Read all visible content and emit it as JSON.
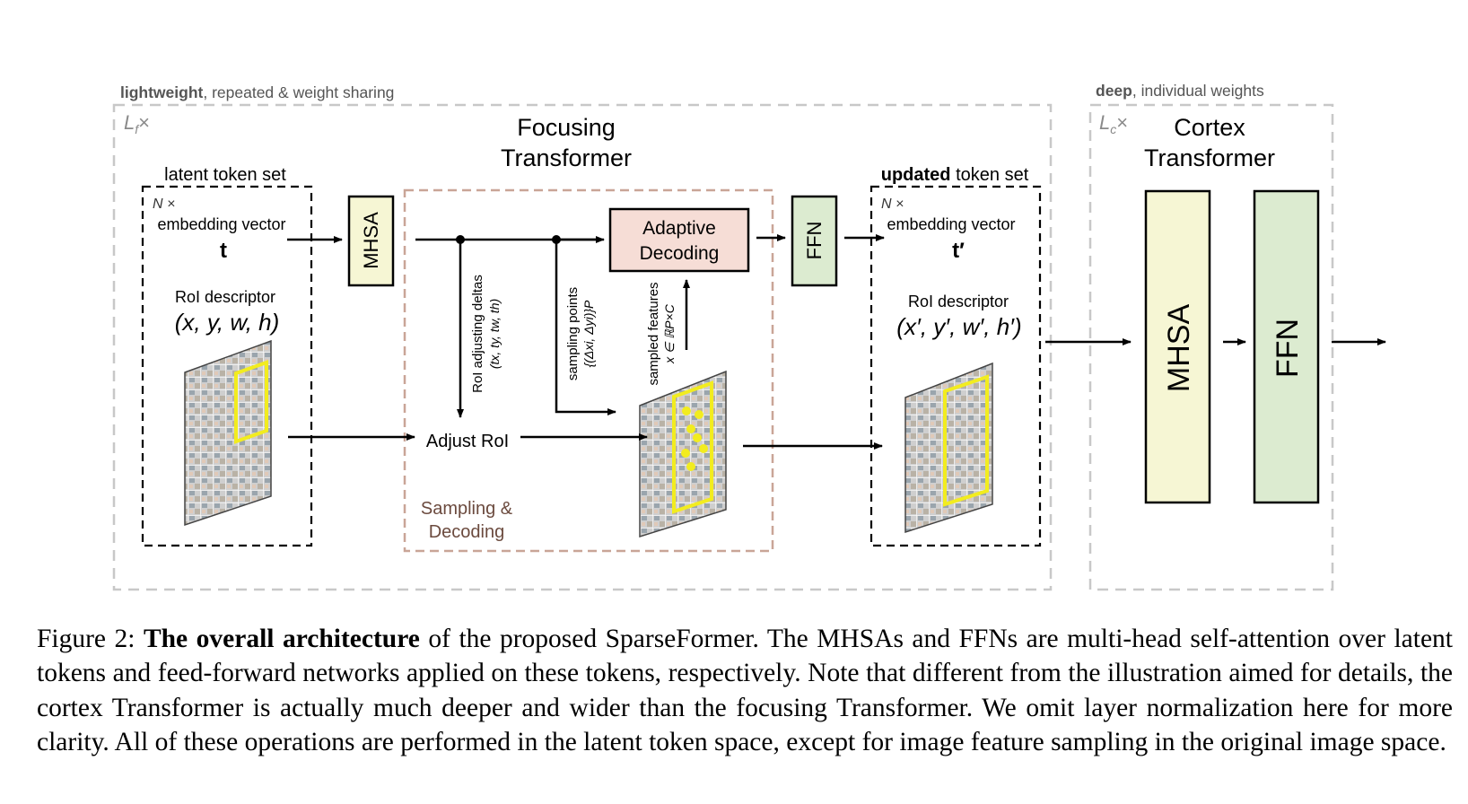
{
  "figure": {
    "focusing_group": {
      "header_bold": "lightweight",
      "header_rest": ", repeated & weight sharing",
      "repeat_label": "L",
      "repeat_sub": "f",
      "repeat_times": "×",
      "title_line1": "Focusing",
      "title_line2": "Transformer"
    },
    "cortex_group": {
      "header_bold": "deep",
      "header_rest": ", individual weights",
      "repeat_label": "L",
      "repeat_sub": "c",
      "repeat_times": "×",
      "title_line1": "Cortex",
      "title_line2": "Transformer",
      "mhsa_label": "MHSA",
      "ffn_label": "FFN"
    },
    "latent_set": {
      "title": "latent token set",
      "count": "N ×",
      "embedding_label": "embedding vector",
      "embedding_symbol": "t",
      "roi_label": "RoI descriptor",
      "roi_symbol": "(x, y, w, h)"
    },
    "updated_set": {
      "title_bold": "updated",
      "title_rest": " token set",
      "count": "N ×",
      "embedding_label": "embedding vector",
      "embedding_symbol": "t′",
      "roi_label": "RoI descriptor",
      "roi_symbol": "(x′, y′, w′, h′)"
    },
    "mhsa_label": "MHSA",
    "ffn_label": "FFN",
    "sampling_group": {
      "label_line1": "Sampling &",
      "label_line2": "Decoding",
      "adaptive_line1": "Adaptive",
      "adaptive_line2": "Decoding",
      "adjust_roi": "Adjust RoI",
      "roi_deltas_label": "RoI adjusting deltas",
      "roi_deltas_formula": "(tx, ty, tw, th)",
      "sampling_points_label": "sampling points",
      "sampling_points_formula": "{(Δxi, Δyi)}P",
      "sampled_features_label": "sampled features",
      "sampled_features_formula": "x ∈ ℝP×C"
    }
  },
  "caption": {
    "prefix": "Figure 2: ",
    "bold": "The overall architecture",
    "rest": " of the proposed SparseFormer. The MHSAs and FFNs are multi-head self-attention over latent tokens and feed-forward networks applied on these tokens, respectively. Note that different from the illustration aimed for details, the cortex Transformer is actually much deeper and wider than the focusing Transformer. We omit layer normalization here for more clarity. All of these operations are performed in the latent token space, except for image feature sampling in the original image space."
  },
  "colors": {
    "mhsa_fill": "#f6f6d4",
    "ffn_fill": "#dcebd0",
    "adaptive_fill": "#f6ddd6",
    "sampling_border": "#c9a597",
    "group_border": "#c8c8c8",
    "roi_box": "#f2ec1f"
  }
}
